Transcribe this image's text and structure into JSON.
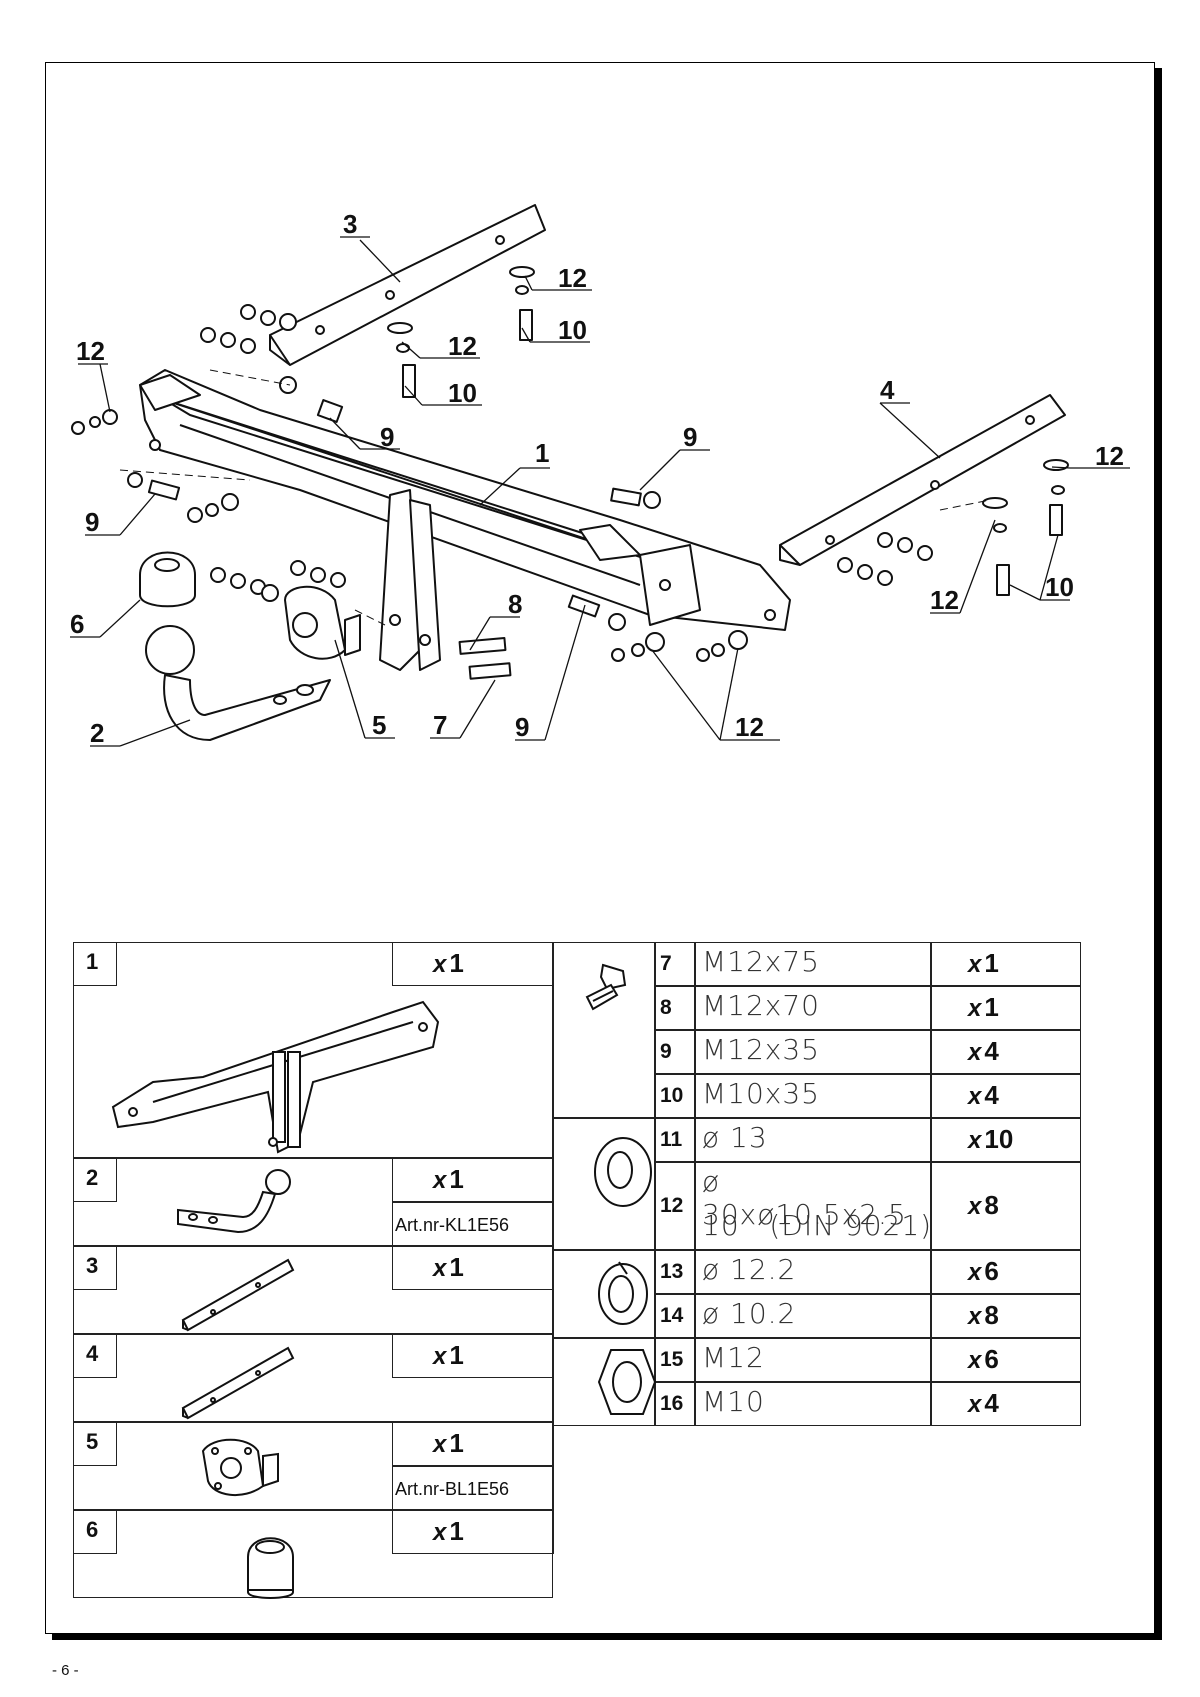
{
  "page_number": "- 6 -",
  "diagram_callouts": [
    "1",
    "2",
    "3",
    "4",
    "5",
    "6",
    "7",
    "8",
    "9",
    "9",
    "9",
    "9",
    "10",
    "10",
    "10",
    "12",
    "12",
    "12",
    "12",
    "12",
    "12"
  ],
  "left_parts": [
    {
      "num": "1",
      "qty": "1",
      "art": ""
    },
    {
      "num": "2",
      "qty": "1",
      "art": "Art.nr-KL1E56"
    },
    {
      "num": "3",
      "qty": "1",
      "art": ""
    },
    {
      "num": "4",
      "qty": "1",
      "art": ""
    },
    {
      "num": "5",
      "qty": "1",
      "art": "Art.nr-BL1E56"
    },
    {
      "num": "6",
      "qty": "1",
      "art": ""
    }
  ],
  "qty_prefix": "x",
  "right_parts": [
    {
      "num": "7",
      "spec": "M12x75",
      "qty": "1",
      "icon": "bolt-icon"
    },
    {
      "num": "8",
      "spec": "M12x70",
      "qty": "1",
      "icon": "bolt-icon"
    },
    {
      "num": "9",
      "spec": "M12x35",
      "qty": "4",
      "icon": "bolt-icon"
    },
    {
      "num": "10",
      "spec": "M10x35",
      "qty": "4",
      "icon": "bolt-icon"
    },
    {
      "num": "11",
      "spec": "ø 13",
      "qty": "10",
      "icon": "washer-icon"
    },
    {
      "num": "12",
      "spec": "ø 30xø10.5x2.5",
      "spec2": "10   (DIN 9021)",
      "qty": "8",
      "icon": "washer-icon"
    },
    {
      "num": "13",
      "spec": "ø 12.2",
      "qty": "6",
      "icon": "spring-washer-icon"
    },
    {
      "num": "14",
      "spec": "ø 10.2",
      "qty": "8",
      "icon": "spring-washer-icon"
    },
    {
      "num": "15",
      "spec": "M12",
      "qty": "6",
      "icon": "nut-icon"
    },
    {
      "num": "16",
      "spec": "M10",
      "qty": "4",
      "icon": "nut-icon"
    }
  ]
}
